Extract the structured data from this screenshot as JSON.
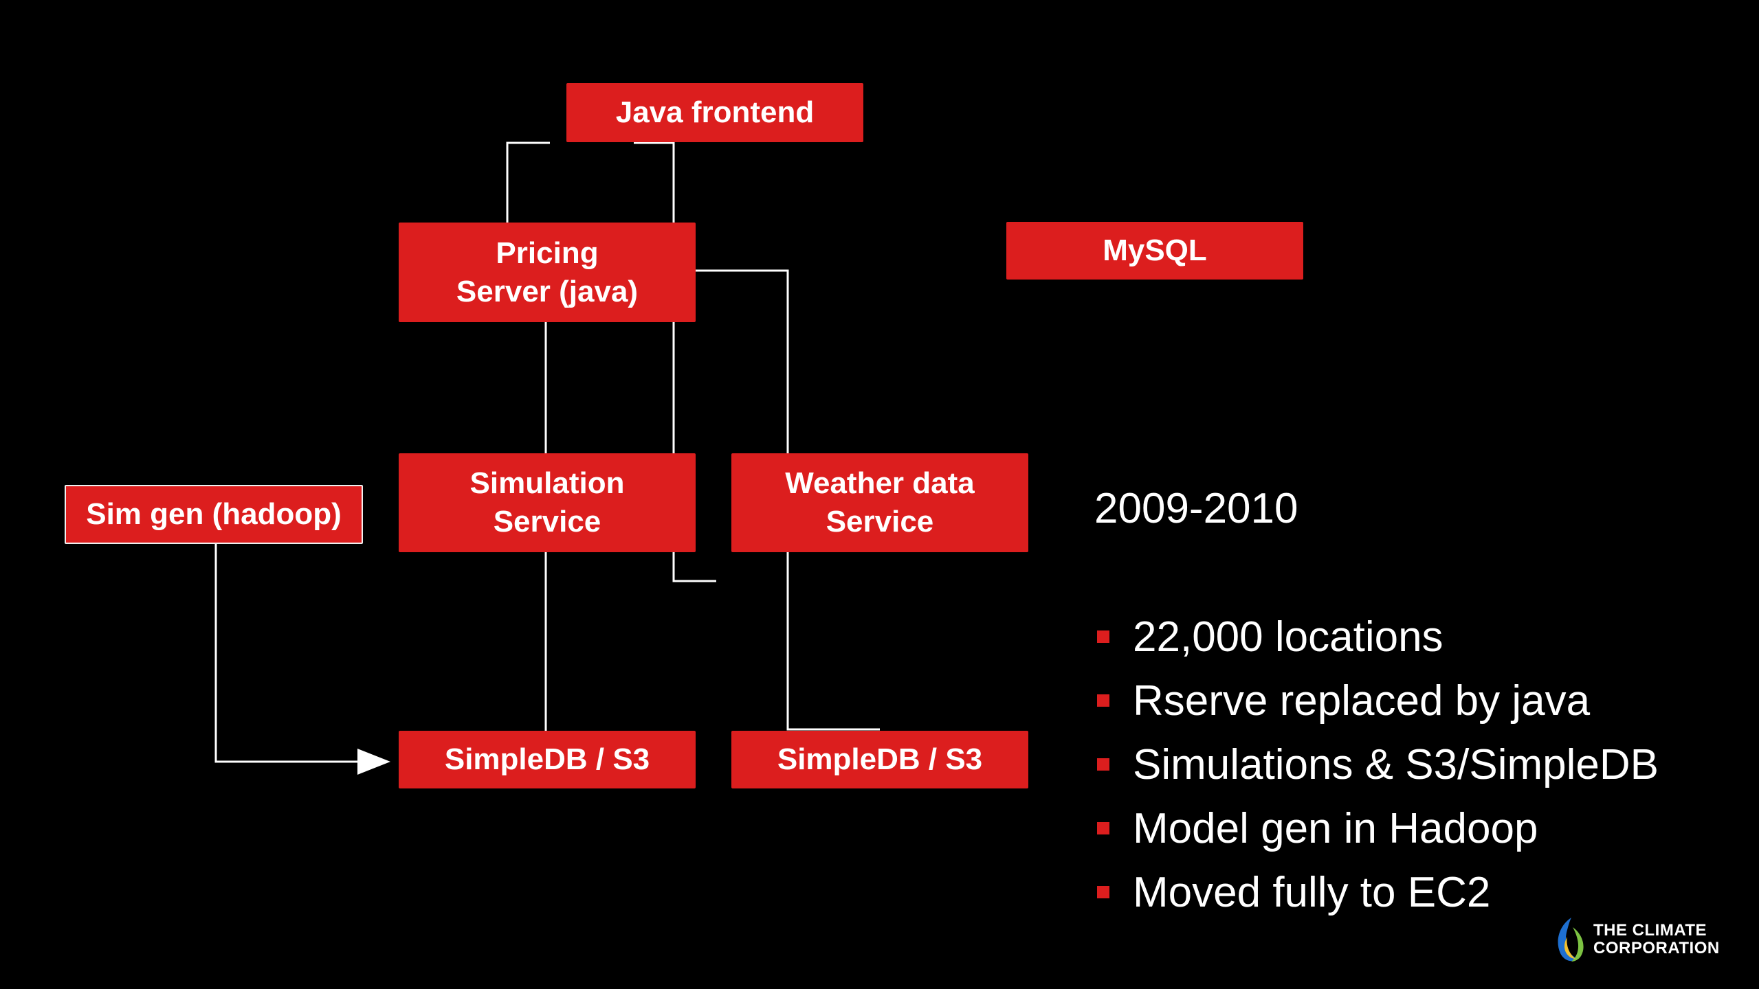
{
  "diagram": {
    "boxes": {
      "java_frontend": "Java frontend",
      "pricing_server": [
        "Pricing",
        "Server (java)"
      ],
      "mysql": "MySQL",
      "sim_gen": "Sim gen (hadoop)",
      "simulation_service": [
        "Simulation",
        "Service"
      ],
      "weather_service": [
        "Weather data",
        "Service"
      ],
      "simpledb_left": "SimpleDB / S3",
      "simpledb_right": "SimpleDB / S3"
    },
    "box_color": "#dc1e1e",
    "line_color": "#ffffff"
  },
  "info": {
    "year": "2009-2010",
    "bullets": [
      "22,000 locations",
      "Rserve replaced by java",
      "Simulations & S3/SimpleDB",
      "Model gen in Hadoop",
      "Moved fully to EC2"
    ],
    "bullet_color": "#dc1e1e"
  },
  "logo": {
    "line1": "THE CLIMATE",
    "line2": "CORPORATION",
    "icon": "climate-leaf-icon"
  }
}
